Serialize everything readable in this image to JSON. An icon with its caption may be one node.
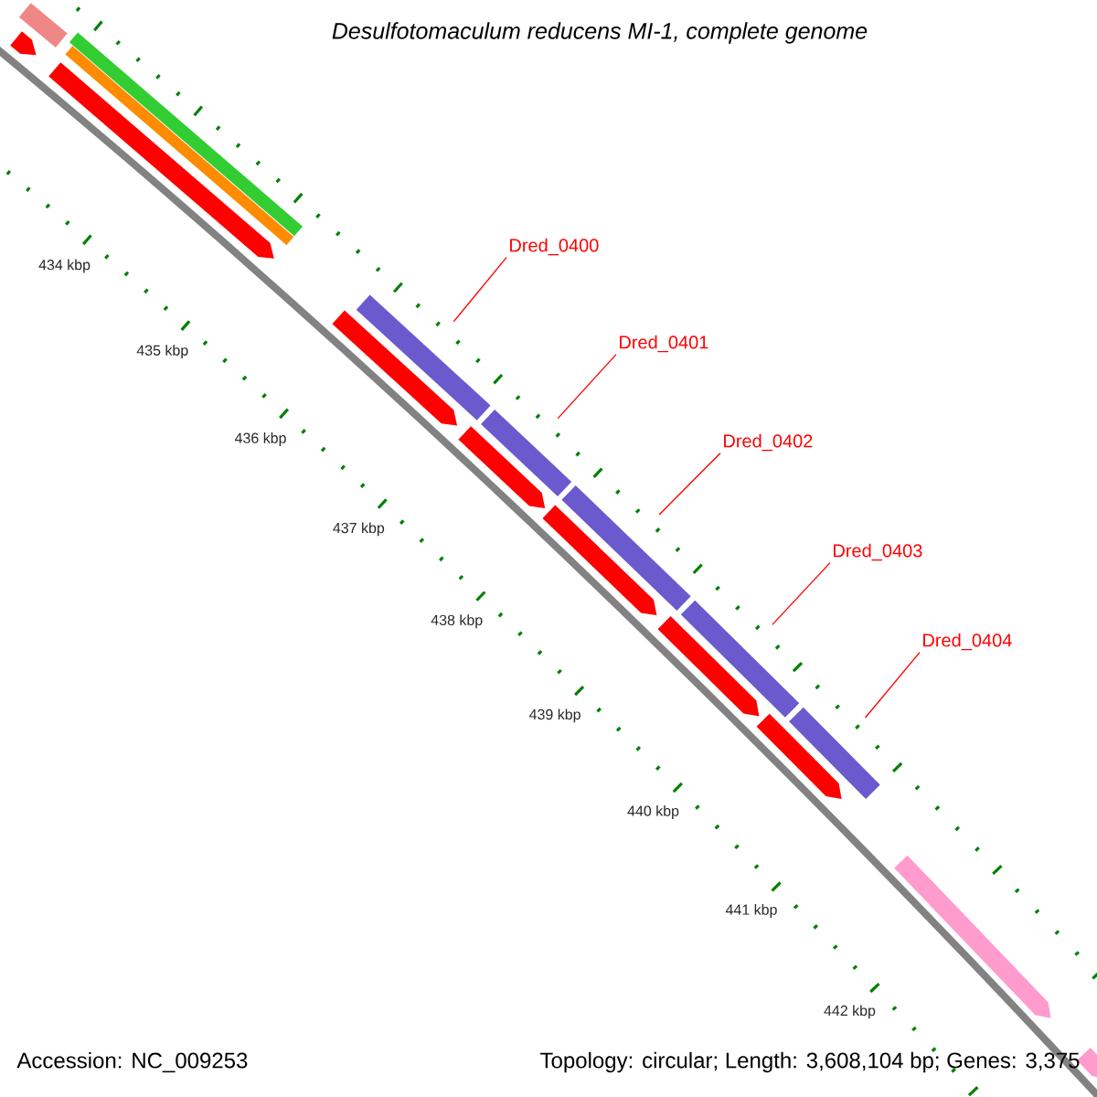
{
  "diagram": {
    "title": "Desulfotomaculum reducens MI-1, complete genome",
    "nodes": [
      {
        "text": [
          "Dred_0400"
        ]
      },
      {
        "text": [
          "Dred_0401"
        ]
      },
      {
        "text": [
          "Dred_0402"
        ]
      },
      {
        "text": [
          "Dred_0403"
        ]
      },
      {
        "text": [
          "Dred_0404"
        ]
      },
      {
        "text": [],
        "shape": "bar"
      },
      {
        "text": [],
        "shape": "bar"
      },
      {
        "text": [],
        "shape": "bar"
      },
      {
        "text": [],
        "shape": "bar"
      },
      {
        "text": [],
        "shape": "bar"
      },
      {
        "text": [],
        "shape": "arrow"
      },
      {
        "text": [],
        "shape": "bar"
      },
      {
        "text": [],
        "shape": "bar"
      },
      {
        "text": [],
        "shape": "bar"
      },
      {
        "text": [],
        "shape": "arrow"
      },
      {
        "text": [],
        "shape": "arrow"
      },
      {
        "text": [],
        "shape": "arrow"
      },
      {
        "text": [],
        "shape": "arrow"
      },
      {
        "text": [],
        "shape": "arrow"
      },
      {
        "text": [],
        "shape": "arrow"
      },
      {
        "text": [],
        "shape": "arrow"
      },
      {
        "text": [],
        "shape": "arrow"
      }
    ],
    "edges": [
      {
        "from": 0,
        "to": 5,
        "arrow": "none"
      },
      {
        "from": 1,
        "to": 6,
        "arrow": "none"
      },
      {
        "from": 2,
        "to": 7,
        "arrow": "none"
      },
      {
        "from": 3,
        "to": 8,
        "arrow": "none"
      },
      {
        "from": 4,
        "to": 9,
        "arrow": "none"
      }
    ],
    "labels": [
      "434 kbp",
      "435 kbp",
      "436 kbp",
      "437 kbp",
      "438 kbp",
      "439 kbp",
      "440 kbp",
      "441 kbp",
      "442 kbp",
      "Accession: NC_009253",
      "Topology: circular; Length: 3,608,104 bp; Genes: 3,375"
    ]
  }
}
